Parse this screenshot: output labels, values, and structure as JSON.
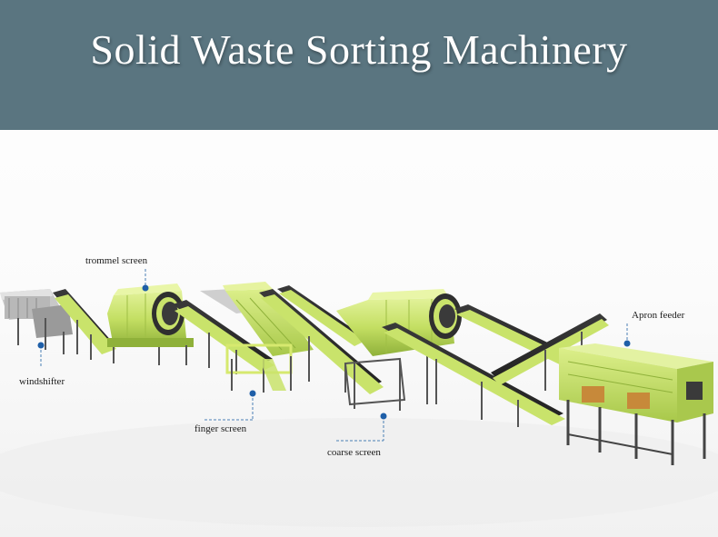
{
  "title": "Solid Waste Sorting Machinery",
  "labels": {
    "trommel": "trommel screen",
    "windshifter": "windshifter",
    "finger": "finger screen",
    "coarse": "coarse screen",
    "apron": "Apron feeder"
  },
  "colors": {
    "banner": "#5a7580",
    "machine_green": "#c9e36b",
    "machine_dark": "#8fb13a",
    "frame": "#4a4a4a",
    "marker": "#1f5fa8"
  }
}
